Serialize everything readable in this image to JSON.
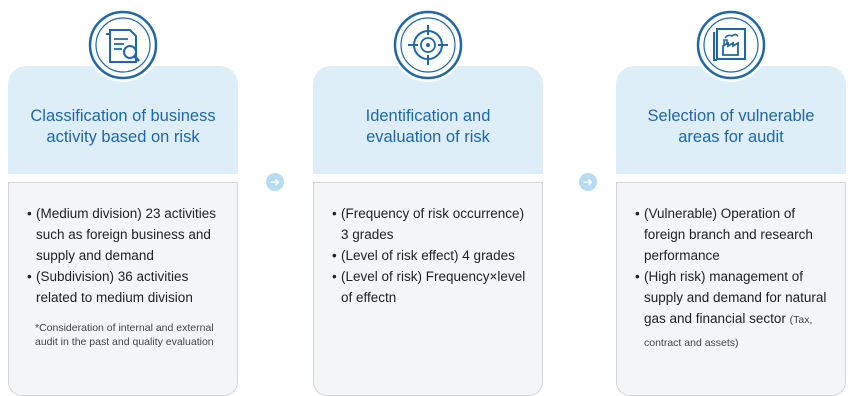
{
  "steps": [
    {
      "icon": "document-search-icon",
      "title_lines": [
        "Classification of business",
        "activity based on risk"
      ],
      "items": [
        "(Medium division) 23 activities such as foreign business and supply and demand",
        "(Subdivision) 36 activities related to medium division"
      ],
      "note": "*Consideration of internal and external audit in the past and quality evaluation"
    },
    {
      "icon": "target-crosshair-icon",
      "title_lines": [
        "Identification and",
        "evaluation of risk"
      ],
      "items": [
        "(Frequency of risk occurrence) 3 grades",
        "(Level of risk effect) 4 grades",
        "(Level of risk) Frequency×level of effectn"
      ]
    },
    {
      "icon": "factory-blueprint-icon",
      "title_lines": [
        "Selection of vulnerable",
        "areas for audit"
      ],
      "items": [
        "(Vulnerable) Operation of foreign branch and research performance",
        "(High risk) management of supply and demand for natural gas and financial sector"
      ],
      "item_suffix": "(Tax, contract and assets)"
    }
  ],
  "arrows": [
    "arrow-right-icon",
    "arrow-right-icon"
  ],
  "colors": {
    "accent": "#1f67a8",
    "header_bg": "#deeef9",
    "body_bg": "#f3f5f6",
    "arrow_bg": "#b7dcf2"
  }
}
